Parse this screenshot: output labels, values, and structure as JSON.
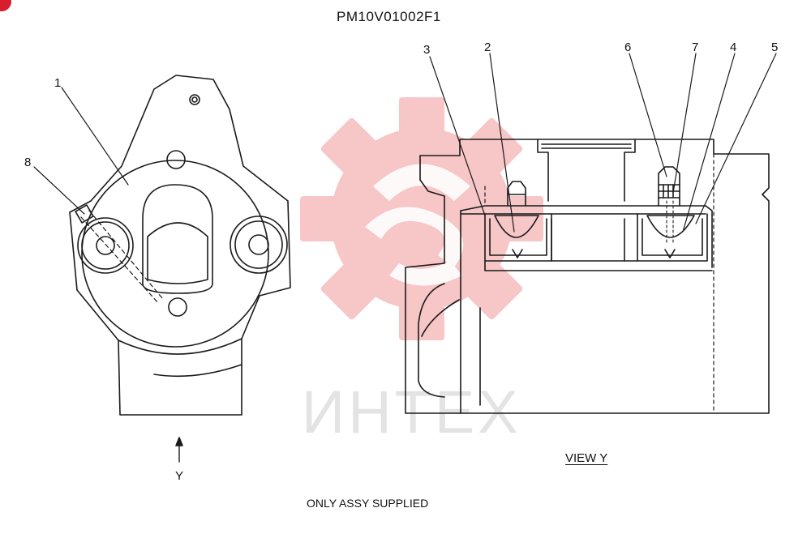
{
  "title": "PM10V01002F1",
  "view_label": "VIEW  Y",
  "note": "ONLY ASSY SUPPLIED",
  "arrow_label": "Y",
  "watermark": {
    "text": "ИНТЕХ",
    "color": "#f4a6a8",
    "icon": "gear-logo-icon"
  },
  "callouts": [
    {
      "id": "1",
      "label": "1"
    },
    {
      "id": "2",
      "label": "2"
    },
    {
      "id": "3",
      "label": "3"
    },
    {
      "id": "4",
      "label": "4"
    },
    {
      "id": "5",
      "label": "5"
    },
    {
      "id": "6",
      "label": "6"
    },
    {
      "id": "7",
      "label": "7"
    },
    {
      "id": "8",
      "label": "8"
    }
  ]
}
